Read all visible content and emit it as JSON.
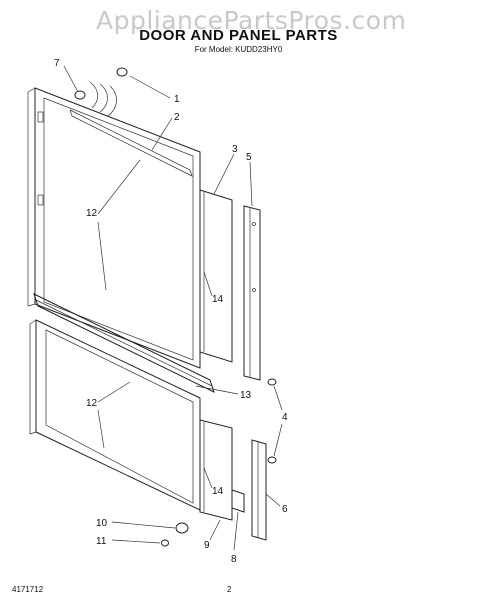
{
  "watermark": "AppliancePartsPros.com",
  "header": {
    "title": "DOOR AND PANEL PARTS",
    "subtitle": "For Model: KUDD23HY0"
  },
  "callouts": {
    "c1": "1",
    "c2": "2",
    "c3": "3",
    "c4": "4",
    "c5": "5",
    "c6": "6",
    "c7": "7",
    "c8": "8",
    "c9": "9",
    "c10": "10",
    "c11": "11",
    "c12a": "12",
    "c12b": "12",
    "c13": "13",
    "c14a": "14",
    "c14b": "14"
  },
  "footer": {
    "doc_number": "4171712",
    "page_number": "2"
  }
}
